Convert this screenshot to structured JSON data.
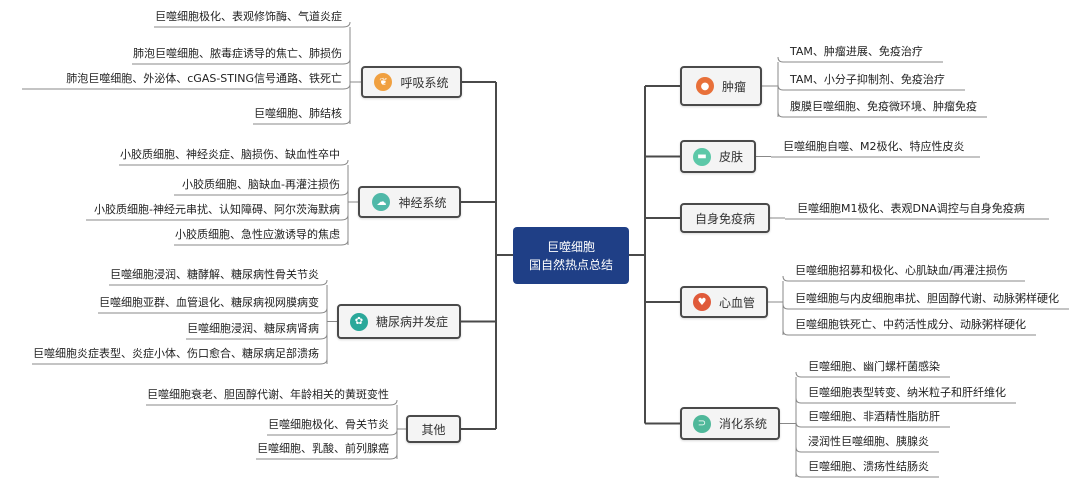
{
  "center": {
    "line1": "巨噬细胞",
    "line2": "国自然热点总结",
    "color": "#1f3f86"
  },
  "left_branches": [
    {
      "label": "呼吸系统",
      "icon": "lungs-icon",
      "icon_color": "#f0a040",
      "leaves": [
        "巨噬细胞极化、表观修饰酶、气道炎症",
        "肺泡巨噬细胞、脓毒症诱导的焦亡、肺损伤",
        "肺泡巨噬细胞、外泌体、cGAS-STING信号通路、铁死亡",
        "巨噬细胞、肺结核"
      ]
    },
    {
      "label": "神经系统",
      "icon": "brain-icon",
      "icon_color": "#4fb8a8",
      "leaves": [
        "小胶质细胞、神经炎症、脑损伤、缺血性卒中",
        "小胶质细胞、脑缺血-再灌注损伤",
        "小胶质细胞-神经元串扰、认知障碍、阿尔茨海默病",
        "小胶质细胞、急性应激诱导的焦虑"
      ]
    },
    {
      "label": "糖尿病并发症",
      "icon": "diabetes-icon",
      "icon_color": "#2aa89a",
      "leaves": [
        "巨噬细胞浸润、糖酵解、糖尿病性骨关节炎",
        "巨噬细胞亚群、血管退化、糖尿病视网膜病变",
        "巨噬细胞浸润、糖尿病肾病",
        "巨噬细胞炎症表型、炎症小体、伤口愈合、糖尿病足部溃疡"
      ]
    },
    {
      "label": "其他",
      "icon": "",
      "leaves": [
        "巨噬细胞衰老、胆固醇代谢、年龄相关的黄斑变性",
        "巨噬细胞极化、骨关节炎",
        "巨噬细胞、乳酸、前列腺癌"
      ]
    }
  ],
  "right_branches": [
    {
      "label": "肿瘤",
      "icon": "tumor-icon",
      "icon_color": "#e8703a",
      "leaves": [
        "TAM、肿瘤进展、免疫治疗",
        "TAM、小分子抑制剂、免疫治疗",
        "腹膜巨噬细胞、免疫微环境、肿瘤免疫"
      ]
    },
    {
      "label": "皮肤",
      "icon": "skin-icon",
      "icon_color": "#5cc8a8",
      "leaves": [
        "巨噬细胞自噬、M2极化、特应性皮炎"
      ]
    },
    {
      "label": "自身免疫病",
      "icon": "",
      "leaves": [
        "巨噬细胞M1极化、表观DNA调控与自身免疫病"
      ]
    },
    {
      "label": "心血管",
      "icon": "heart-icon",
      "icon_color": "#e05a3a",
      "leaves": [
        "巨噬细胞招募和极化、心肌缺血/再灌注损伤",
        "巨噬细胞与内皮细胞串扰、胆固醇代谢、动脉粥样硬化",
        "巨噬细胞铁死亡、中药活性成分、动脉粥样硬化"
      ]
    },
    {
      "label": "消化系统",
      "icon": "digestive-icon",
      "icon_color": "#4fb89a",
      "leaves": [
        "巨噬细胞、幽门螺杆菌感染",
        "巨噬细胞表型转变、纳米粒子和肝纤维化",
        "巨噬细胞、非酒精性脂肪肝",
        "浸润性巨噬细胞、胰腺炎",
        "巨噬细胞、溃疡性结肠炎"
      ]
    }
  ]
}
